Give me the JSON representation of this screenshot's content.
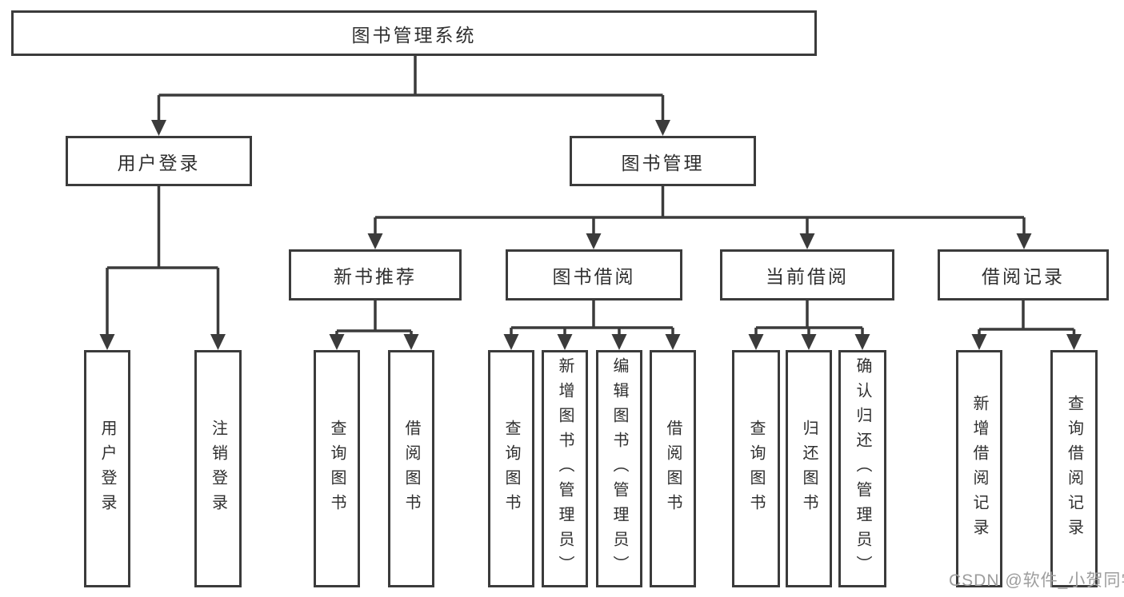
{
  "diagram_title": "图书管理系统",
  "tree": {
    "root": {
      "label": "图书管理系统",
      "children": [
        {
          "label": "用户登录",
          "children": [
            {
              "label": "用户登录"
            },
            {
              "label": "注销登录"
            }
          ]
        },
        {
          "label": "图书管理",
          "children": [
            {
              "label": "新书推荐",
              "children": [
                {
                  "label": "查询图书"
                },
                {
                  "label": "借阅图书"
                }
              ]
            },
            {
              "label": "图书借阅",
              "children": [
                {
                  "label": "查询图书"
                },
                {
                  "label": "新增图书（管理员）"
                },
                {
                  "label": "编辑图书（管理员）"
                },
                {
                  "label": "借阅图书"
                }
              ]
            },
            {
              "label": "当前借阅",
              "children": [
                {
                  "label": "查询图书"
                },
                {
                  "label": "归还图书"
                },
                {
                  "label": "确认归还（管理员）"
                }
              ]
            },
            {
              "label": "借阅记录",
              "children": [
                {
                  "label": "新增借阅记录"
                },
                {
                  "label": "查询借阅记录"
                }
              ]
            }
          ]
        }
      ]
    }
  },
  "watermark": "CSDN @软件_小贺同学",
  "colors": {
    "line": "#3b3b3b",
    "text": "#2f2f2f",
    "watermark": "#9d9d9d",
    "background": "#ffffff"
  }
}
